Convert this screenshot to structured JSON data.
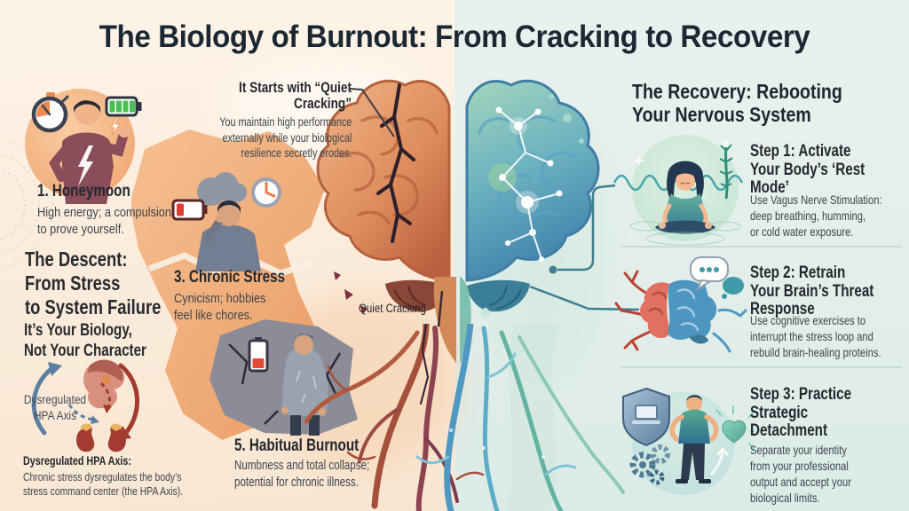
{
  "title": "The Biology of Burnout: From Cracking to Recovery",
  "left": {
    "stage1": {
      "heading": "1. Honeymoon",
      "body": "High energy; a compulsion\nto prove yourself."
    },
    "descent_heading": "The Descent:\nFrom Stress\nto System Failure",
    "biology_subheading": "It’s Your Biology,\nNot Your Character",
    "stage3": {
      "heading": "3. Chronic Stress",
      "body": "Cynicism; hobbies\nfeel like chores."
    },
    "stage5": {
      "heading": "5. Habitual Burnout",
      "body": "Numbness and total collapse;\npotential for chronic illness."
    },
    "hpa": {
      "diagram_label": "Dysregulated\nHPA Axis",
      "caption_title": "Dysregulated HPA Axis:",
      "caption_body": "Chronic stress dysregulates the body’s\nstress command center (the HPA Axis)."
    }
  },
  "center": {
    "callout_heading": "It Starts with “Quiet Cracking”",
    "callout_body": "You maintain high performance\nexternally while your biological\nresilience secretly erodes.",
    "brain_label": "Quiet Cracking"
  },
  "right": {
    "heading": "The Recovery: Rebooting\nYour Nervous System",
    "steps": [
      {
        "heading": "Step 1: Activate\nYour Body’s ‘Rest\nMode’",
        "body": "Use Vagus Nerve Stimulation:\ndeep breathing, humming,\nor cold water exposure.",
        "icon": "meditating-person-icon"
      },
      {
        "heading": "Step 2: Retrain\nYour Brain’s Threat\nResponse",
        "body": "Use cognitive exercises to\ninterrupt the stress loop and\nrebuild brain-healing proteins.",
        "icon": "dual-brain-neurons-icon"
      },
      {
        "heading": "Step 3: Practice\nStrategic\nDetachment",
        "body": "Separate your identity\nfrom your professional\noutput and accept your\nbiological limits.",
        "icon": "shield-person-heart-icon"
      }
    ]
  },
  "icons": {
    "stage1": [
      "stopwatch-icon",
      "full-battery-icon",
      "lightning-bolt-icon"
    ],
    "stage3": [
      "storm-cloud-icon",
      "clock-icon",
      "low-battery-icon"
    ],
    "stage5": [
      "empty-battery-icon",
      "cracked-slab"
    ],
    "hpa": "hpa-cycle-diagram",
    "center": [
      "cracked-brain-half",
      "glowing-brain-half",
      "burnout-roots",
      "recovery-roots"
    ],
    "steps": [
      "meditating-person-icon",
      "dual-brain-neurons-icon",
      "shield-person-heart-icon"
    ]
  },
  "colors": {
    "left_bg": "#fbecdc",
    "right_bg": "#e6efec",
    "title_text": "#1b2733",
    "body_text": "#3d454d",
    "warm_accent": "#ec9a62",
    "crack_dark": "#2d1f2c",
    "teal_accent": "#3e8291",
    "battery_green": "#46c14f",
    "battery_red": "#e03d33"
  }
}
